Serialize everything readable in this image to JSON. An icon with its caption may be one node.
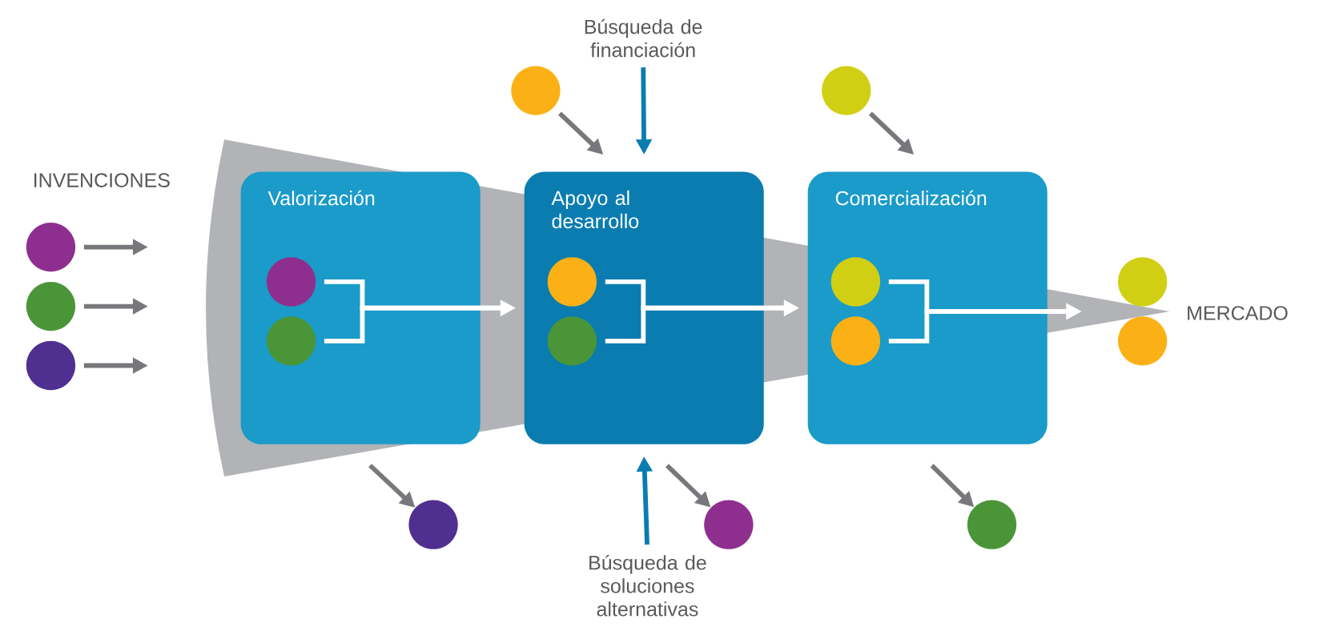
{
  "diagram": {
    "nodes": [
      {
        "text": [
          "Búsqueda de financiación"
        ]
      },
      {
        "text": [],
        "shape": "circle"
      },
      {
        "text": [],
        "shape": "circle"
      },
      {
        "text": [],
        "shape": "circle"
      },
      {
        "text": [],
        "shape": "circle"
      },
      {
        "text": [],
        "shape": "circle"
      },
      {
        "text": [
          "Valorización"
        ]
      },
      {
        "text": [],
        "shape": "circle",
        "in": 6
      },
      {
        "text": [],
        "shape": "circle",
        "in": 6
      },
      {
        "text": [
          "Apoyo al desarrollo"
        ]
      },
      {
        "text": [],
        "shape": "circle",
        "in": 9
      },
      {
        "text": [],
        "shape": "circle",
        "in": 9
      },
      {
        "text": [
          "Comercialización"
        ]
      },
      {
        "text": [],
        "shape": "circle",
        "in": 12
      },
      {
        "text": [],
        "shape": "circle",
        "in": 12
      },
      {
        "text": [],
        "shape": "circle"
      },
      {
        "text": [],
        "shape": "circle"
      },
      {
        "text": [],
        "shape": "circle"
      },
      {
        "text": [],
        "shape": "circle"
      },
      {
        "text": [],
        "shape": "circle"
      },
      {
        "text": [
          "Búsqueda de soluciones alternativas"
        ]
      }
    ],
    "edges": [
      {
        "from": 0,
        "to": 9,
        "arrow": "to",
        "color": "#0a7db0"
      },
      {
        "from": 20,
        "to": 9,
        "arrow": "to",
        "color": "#0a7db0"
      },
      {
        "from": 1,
        "to": 9,
        "arrow": "to"
      },
      {
        "from": 2,
        "to": 12,
        "arrow": "to"
      },
      {
        "from": 3,
        "to": null,
        "arrow": "to"
      },
      {
        "from": 4,
        "to": null,
        "arrow": "to"
      },
      {
        "from": 5,
        "to": null,
        "arrow": "to"
      },
      {
        "from": 7,
        "to": 9,
        "arrow": "to",
        "color": "#ffffff"
      },
      {
        "from": 8,
        "to": 9,
        "arrow": "to",
        "color": "#ffffff"
      },
      {
        "from": 10,
        "to": 12,
        "arrow": "to",
        "color": "#ffffff"
      },
      {
        "from": 11,
        "to": 12,
        "arrow": "to",
        "color": "#ffffff"
      },
      {
        "from": 13,
        "to": null,
        "arrow": "to",
        "color": "#ffffff"
      },
      {
        "from": 14,
        "to": null,
        "arrow": "to",
        "color": "#ffffff"
      },
      {
        "from": 6,
        "to": 17,
        "arrow": "to"
      },
      {
        "from": 9,
        "to": 18,
        "arrow": "to"
      },
      {
        "from": 12,
        "to": 19,
        "arrow": "to"
      }
    ],
    "labels": [
      "INVENCIONES",
      "MERCADO"
    ]
  }
}
